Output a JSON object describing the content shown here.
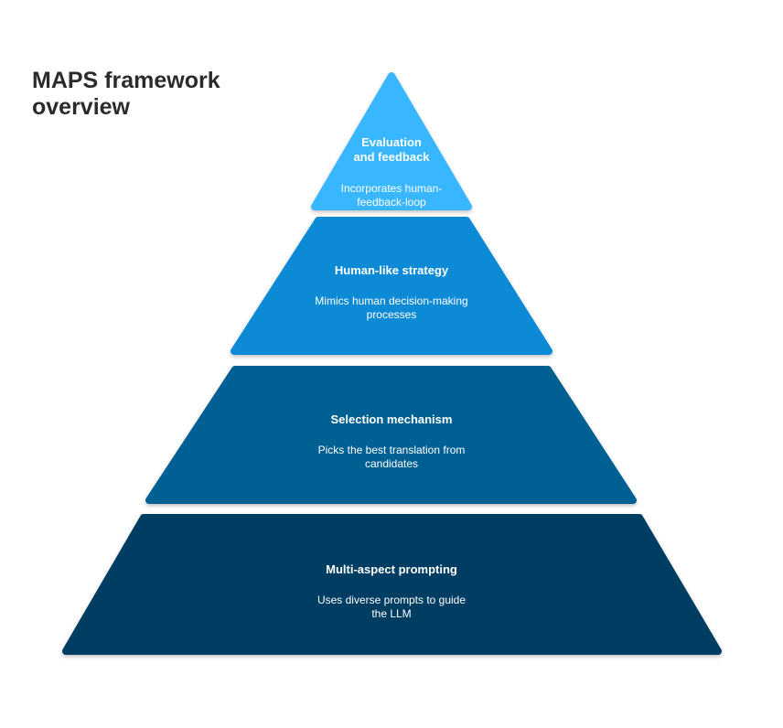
{
  "title_lines": [
    "MAPS framework",
    "overview"
  ],
  "layers": [
    {
      "heading_lines": [
        "Evaluation",
        "and feedback"
      ],
      "desc_lines": [
        "Incorporates human-",
        "feedback-loop"
      ],
      "color": "#38b6ff"
    },
    {
      "heading_lines": [
        "Human-like strategy"
      ],
      "desc_lines": [
        "Mimics human decision-making",
        "processes"
      ],
      "color": "#0b8ad6"
    },
    {
      "heading_lines": [
        "Selection mechanism"
      ],
      "desc_lines": [
        "Picks the best translation from",
        "candidates"
      ],
      "color": "#005f93"
    },
    {
      "heading_lines": [
        "Multi-aspect prompting"
      ],
      "desc_lines": [
        "Uses diverse prompts to guide",
        "the LLM"
      ],
      "color": "#003e63"
    }
  ],
  "colors": {
    "title": "#2b2b2b",
    "text_on_layer": "#ffffff"
  }
}
